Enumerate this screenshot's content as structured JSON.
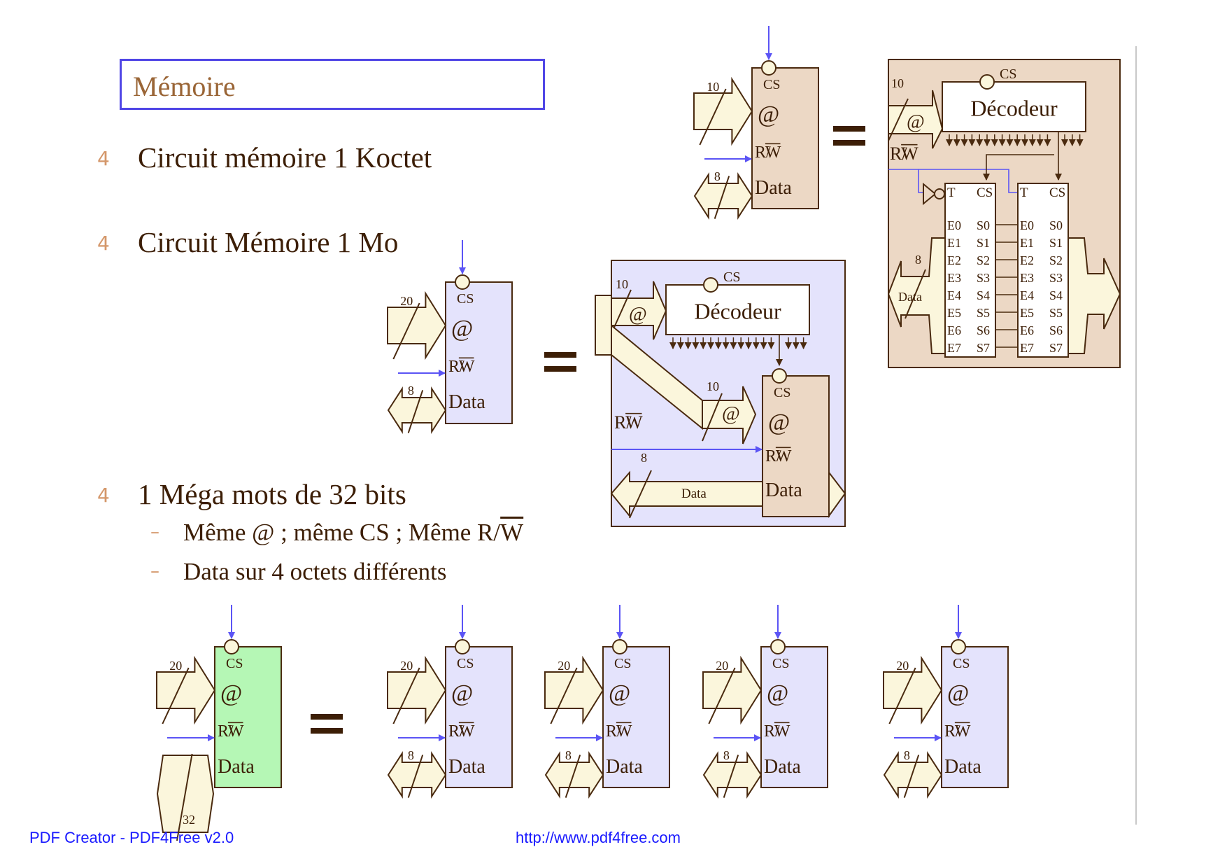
{
  "slide": {
    "title": "Mémoire",
    "bullet_glyph": "4",
    "dash_glyph": "–",
    "bullets": [
      {
        "text": "Circuit mémoire 1 Koctet"
      },
      {
        "text": "Circuit Mémoire 1 Mo"
      },
      {
        "text": "1 Méga mots de 32 bits",
        "sub": [
          {
            "prefix": "Même @ ; même CS ; Même R/",
            "overline": "W"
          },
          {
            "text": "Data sur 4 octets différents"
          }
        ]
      }
    ]
  },
  "labels": {
    "cs": "CS",
    "at": "@",
    "r_slash": "R/",
    "w_bar": "W",
    "data": "Data",
    "decoder": "Décodeur",
    "equals": "=",
    "t": "T",
    "bus_10": "10",
    "bus_20": "20",
    "bus_8": "8",
    "bus_32": "32",
    "e_pins": [
      "E0",
      "E1",
      "E2",
      "E3",
      "E4",
      "E5",
      "E6",
      "E7"
    ],
    "s_pins": [
      "S0",
      "S1",
      "S2",
      "S3",
      "S4",
      "S5",
      "S6",
      "S7"
    ]
  },
  "colors": {
    "tan_chip": "#ecd8c5",
    "lilac_chip": "#e4e3fc",
    "green_chip": "#b5f7b5",
    "bus_fill": "#fbf6dc",
    "stroke": "#4a2a0f",
    "signal_blue": "#5b54f5"
  },
  "footer": {
    "left": "PDF Creator - PDF4Free v2.0",
    "right": "http://www.pdf4free.com"
  }
}
